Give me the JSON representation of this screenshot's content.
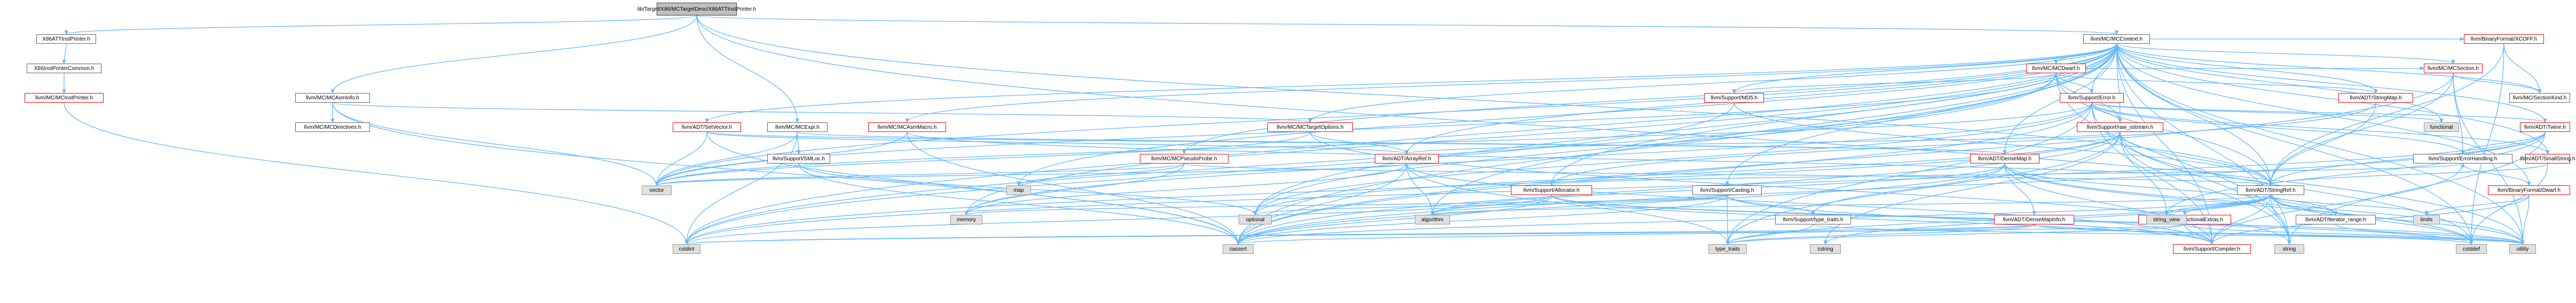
{
  "legend": {
    "red": "#ff0000",
    "gray": "#999999",
    "normal": "#666666",
    "root": "#3f3f3f",
    "edge": "#63b8ff"
  },
  "nodes": [
    {
      "id": "root",
      "label": "lib/Target/X86/MCTargetDesc/X86ATTInstPrinter.h",
      "style": "root"
    },
    {
      "id": "x86instprinter",
      "label": "X86ATTInstPrinter.h",
      "style": "normal"
    },
    {
      "id": "x86instprintercommon",
      "label": "X86InstPrinterCommon.h",
      "style": "normal"
    },
    {
      "id": "mcinstprinter",
      "label": "llvm/MC/MCInstPrinter.h",
      "style": "red"
    },
    {
      "id": "mcasminfo",
      "label": "llvm/MC/MCAsmInfo.h",
      "style": "normal"
    },
    {
      "id": "mcdirectives",
      "label": "llvm/MC/MCDirectives.h",
      "style": "normal"
    },
    {
      "id": "mcexpr",
      "label": "llvm/MC/MCExpr.h",
      "style": "normal"
    },
    {
      "id": "smloc",
      "label": "llvm/Support/SMLoc.h",
      "style": "normal"
    },
    {
      "id": "setvector",
      "label": "llvm/ADT/SetVector.h",
      "style": "red"
    },
    {
      "id": "mcasmmacro",
      "label": "llvm/MC/MCAsmMacro.h",
      "style": "red"
    },
    {
      "id": "mccontext",
      "label": "llvm/MC/MCContext.h",
      "style": "normal"
    },
    {
      "id": "mcpseudoprobe",
      "label": "llvm/MC/MCPseudoProbe.h",
      "style": "red"
    },
    {
      "id": "mctargetoptions",
      "label": "llvm/MC/MCTargetOptions.h",
      "style": "red"
    },
    {
      "id": "mcdwarf",
      "label": "llvm/MC/MCDwarf.h",
      "style": "red"
    },
    {
      "id": "md5",
      "label": "llvm/Support/MD5.h",
      "style": "red"
    },
    {
      "id": "supporterror",
      "label": "llvm/Support/Error.h",
      "style": "red"
    },
    {
      "id": "stringmap",
      "label": "llvm/ADT/StringMap.h",
      "style": "red"
    },
    {
      "id": "rawostream",
      "label": "llvm/Support/raw_ostream.h",
      "style": "red"
    },
    {
      "id": "arrayref",
      "label": "llvm/ADT/ArrayRef.h",
      "style": "red"
    },
    {
      "id": "allocator",
      "label": "llvm/Support/Allocator.h",
      "style": "red"
    },
    {
      "id": "casting",
      "label": "llvm/Support/Casting.h",
      "style": "normal"
    },
    {
      "id": "densemap",
      "label": "llvm/ADT/DenseMap.h",
      "style": "red"
    },
    {
      "id": "stringref",
      "label": "llvm/ADT/StringRef.h",
      "style": "normal"
    },
    {
      "id": "twine",
      "label": "llvm/ADT/Twine.h",
      "style": "red"
    },
    {
      "id": "smallstring",
      "label": "llvm/ADT/SmallString.h",
      "style": "red"
    },
    {
      "id": "mcsection",
      "label": "llvm/MC/MCSection.h",
      "style": "red"
    },
    {
      "id": "mcsectionkind",
      "label": "llvm/MC/SectionKind.h",
      "style": "normal"
    },
    {
      "id": "xcoff",
      "label": "llvm/BinaryFormat/XCOFF.h",
      "style": "red"
    },
    {
      "id": "bfdwarf",
      "label": "llvm/BinaryFormat/Dwarf.h",
      "style": "red"
    },
    {
      "id": "densemapinfo",
      "label": "llvm/ADT/DenseMapInfo.h",
      "style": "red"
    },
    {
      "id": "stlfunctional",
      "label": "llvm/ADT/STLFunctionalExtras.h",
      "style": "red"
    },
    {
      "id": "typetraitsh",
      "label": "llvm/Support/type_traits.h",
      "style": "normal"
    },
    {
      "id": "iteratorrange",
      "label": "llvm/ADT/iterator_range.h",
      "style": "normal"
    },
    {
      "id": "compiler",
      "label": "llvm/Support/Compiler.h",
      "style": "red"
    },
    {
      "id": "errorhandling",
      "label": "llvm/Support/ErrorHandling.h",
      "style": "normal"
    },
    {
      "id": "functional",
      "label": "functional",
      "style": "gray"
    },
    {
      "id": "map",
      "label": "map",
      "style": "gray"
    },
    {
      "id": "vector",
      "label": "vector",
      "style": "gray"
    },
    {
      "id": "memory",
      "label": "memory",
      "style": "gray"
    },
    {
      "id": "optional",
      "label": "optional",
      "style": "gray"
    },
    {
      "id": "algorithm",
      "label": "algorithm",
      "style": "gray"
    },
    {
      "id": "cstdint",
      "label": "cstdint",
      "style": "gray"
    },
    {
      "id": "cassert",
      "label": "cassert",
      "style": "gray"
    },
    {
      "id": "typetraits",
      "label": "type_traits",
      "style": "gray"
    },
    {
      "id": "cstring",
      "label": "cstring",
      "style": "gray"
    },
    {
      "id": "stringview",
      "label": "string_view",
      "style": "gray"
    },
    {
      "id": "string",
      "label": "string",
      "style": "gray"
    },
    {
      "id": "limits",
      "label": "limits",
      "style": "gray"
    },
    {
      "id": "cstddef",
      "label": "cstddef",
      "style": "gray"
    },
    {
      "id": "utility",
      "label": "utility",
      "style": "gray"
    }
  ],
  "edges": [
    [
      "root",
      "x86instprinter"
    ],
    [
      "root",
      "mcasminfo"
    ],
    [
      "root",
      "mcexpr"
    ],
    [
      "root",
      "mccontext"
    ],
    [
      "root",
      "stringref"
    ],
    [
      "root",
      "utility"
    ],
    [
      "x86instprinter",
      "x86instprintercommon"
    ],
    [
      "x86instprintercommon",
      "mcinstprinter"
    ],
    [
      "mcinstprinter",
      "cstdint"
    ],
    [
      "mcasminfo",
      "mcdirectives"
    ],
    [
      "mcasminfo",
      "mctargetoptions"
    ],
    [
      "mcasminfo",
      "vector"
    ],
    [
      "mcasminfo",
      "cassert"
    ],
    [
      "mcexpr",
      "smloc"
    ],
    [
      "mcexpr",
      "vector"
    ],
    [
      "mcexpr",
      "cstdint"
    ],
    [
      "mcexpr",
      "densemap"
    ],
    [
      "smloc",
      "cassert"
    ],
    [
      "smloc",
      "optional"
    ],
    [
      "setvector",
      "arrayref"
    ],
    [
      "setvector",
      "densemap"
    ],
    [
      "setvector",
      "vector"
    ],
    [
      "setvector",
      "cassert"
    ],
    [
      "mcasmmacro",
      "stringref"
    ],
    [
      "mcasmmacro",
      "vector"
    ],
    [
      "mcasmmacro",
      "cassert"
    ],
    [
      "mcpseudoprobe",
      "stringref"
    ],
    [
      "mcpseudoprobe",
      "vector"
    ],
    [
      "mcpseudoprobe",
      "map"
    ],
    [
      "mcpseudoprobe",
      "memory"
    ],
    [
      "mctargetoptions",
      "arrayref"
    ],
    [
      "mctargetoptions",
      "string"
    ],
    [
      "mctargetoptions",
      "vector"
    ],
    [
      "mcdwarf",
      "md5"
    ],
    [
      "mcdwarf",
      "supporterror"
    ],
    [
      "mcdwarf",
      "stringmap"
    ],
    [
      "mcdwarf",
      "rawostream"
    ],
    [
      "mcdwarf",
      "stringref"
    ],
    [
      "mcdwarf",
      "vector"
    ],
    [
      "mcdwarf",
      "string"
    ],
    [
      "mcdwarf",
      "cstdint"
    ],
    [
      "mcdwarf",
      "optional"
    ],
    [
      "mcdwarf",
      "mcsection"
    ],
    [
      "md5",
      "stringref"
    ],
    [
      "md5",
      "cstdint"
    ],
    [
      "supporterror",
      "rawostream"
    ],
    [
      "supporterror",
      "twine"
    ],
    [
      "supporterror",
      "errorhandling"
    ],
    [
      "supporterror",
      "functional"
    ],
    [
      "supporterror",
      "memory"
    ],
    [
      "supporterror",
      "string"
    ],
    [
      "supporterror",
      "vector"
    ],
    [
      "supporterror",
      "cassert"
    ],
    [
      "supporterror",
      "optional"
    ],
    [
      "supporterror",
      "compiler"
    ],
    [
      "supporterror",
      "typetraits"
    ],
    [
      "supporterror",
      "smallstring"
    ],
    [
      "stringmap",
      "stringref"
    ],
    [
      "stringmap",
      "allocator"
    ],
    [
      "rawostream",
      "arrayref"
    ],
    [
      "rawostream",
      "stringref"
    ],
    [
      "rawostream",
      "cassert"
    ],
    [
      "rawostream",
      "cstddef"
    ],
    [
      "rawostream",
      "cstdint"
    ],
    [
      "rawostream",
      "cstring"
    ],
    [
      "rawostream",
      "optional"
    ],
    [
      "rawostream",
      "string"
    ],
    [
      "rawostream",
      "stringview"
    ],
    [
      "rawostream",
      "typetraits"
    ],
    [
      "arrayref",
      "algorithm"
    ],
    [
      "arrayref",
      "cassert"
    ],
    [
      "arrayref",
      "vector"
    ],
    [
      "arrayref",
      "memory"
    ],
    [
      "arrayref",
      "typetraits"
    ],
    [
      "arrayref",
      "compiler"
    ],
    [
      "allocator",
      "algorithm"
    ],
    [
      "allocator",
      "cassert"
    ],
    [
      "allocator",
      "cstddef"
    ],
    [
      "allocator",
      "cstdint"
    ],
    [
      "allocator",
      "compiler"
    ],
    [
      "allocator",
      "errorhandling"
    ],
    [
      "allocator",
      "utility"
    ],
    [
      "casting",
      "cassert"
    ],
    [
      "casting",
      "memory"
    ],
    [
      "casting",
      "optional"
    ],
    [
      "casting",
      "typetraits"
    ],
    [
      "casting",
      "typetraitsh"
    ],
    [
      "casting",
      "compiler"
    ],
    [
      "densemap",
      "densemapinfo"
    ],
    [
      "densemap",
      "algorithm"
    ],
    [
      "densemap",
      "cassert"
    ],
    [
      "densemap",
      "cstddef"
    ],
    [
      "densemap",
      "iteratorrange"
    ],
    [
      "densemap",
      "utility"
    ],
    [
      "densemap",
      "typetraitsh"
    ],
    [
      "densemap",
      "compiler"
    ],
    [
      "stringref",
      "stlfunctional"
    ],
    [
      "stringref",
      "iteratorrange"
    ],
    [
      "stringref",
      "compiler"
    ],
    [
      "stringref",
      "algorithm"
    ],
    [
      "stringref",
      "cassert"
    ],
    [
      "stringref",
      "cstddef"
    ],
    [
      "stringref",
      "cstring"
    ],
    [
      "stringref",
      "limits"
    ],
    [
      "stringref",
      "string"
    ],
    [
      "stringref",
      "stringview"
    ],
    [
      "stringref",
      "typetraits"
    ],
    [
      "stringref",
      "utility"
    ],
    [
      "twine",
      "stringref"
    ],
    [
      "twine",
      "errorhandling"
    ],
    [
      "twine",
      "cassert"
    ],
    [
      "twine",
      "cstdint"
    ],
    [
      "twine",
      "string"
    ],
    [
      "twine",
      "stringview"
    ],
    [
      "smallstring",
      "stringref"
    ],
    [
      "smallstring",
      "cstddef"
    ],
    [
      "mcsection",
      "mcsectionkind"
    ],
    [
      "mcsection",
      "stringref"
    ],
    [
      "mcsection",
      "cassert"
    ],
    [
      "mcsection",
      "utility"
    ],
    [
      "mcsection",
      "errorhandling"
    ],
    [
      "xcoff",
      "stringref"
    ],
    [
      "xcoff",
      "cstddef"
    ],
    [
      "xcoff",
      "mcsectionkind"
    ],
    [
      "bfdwarf",
      "errorhandling"
    ],
    [
      "bfdwarf",
      "compiler"
    ],
    [
      "bfdwarf",
      "limits"
    ],
    [
      "bfdwarf",
      "utility"
    ],
    [
      "densemapinfo",
      "cassert"
    ],
    [
      "densemapinfo",
      "cstddef"
    ],
    [
      "densemapinfo",
      "cstdint"
    ],
    [
      "densemapinfo",
      "typetraits"
    ],
    [
      "densemapinfo",
      "utility"
    ],
    [
      "stlfunctional",
      "cstdint"
    ],
    [
      "stlfunctional",
      "typetraits"
    ],
    [
      "stlfunctional",
      "utility"
    ],
    [
      "stlfunctional",
      "compiler"
    ],
    [
      "typetraitsh",
      "typetraits"
    ],
    [
      "typetraitsh",
      "utility"
    ],
    [
      "iteratorrange",
      "utility"
    ],
    [
      "errorhandling",
      "compiler"
    ],
    [
      "mccontext",
      "setvector"
    ],
    [
      "mccontext",
      "mcasmmacro"
    ],
    [
      "mccontext",
      "mcpseudoprobe"
    ],
    [
      "mccontext",
      "mctargetoptions"
    ],
    [
      "mccontext",
      "mcdwarf"
    ],
    [
      "mccontext",
      "md5"
    ],
    [
      "mccontext",
      "supporterror"
    ],
    [
      "mccontext",
      "stringmap"
    ],
    [
      "mccontext",
      "rawostream"
    ],
    [
      "mccontext",
      "arrayref"
    ],
    [
      "mccontext",
      "allocator"
    ],
    [
      "mccontext",
      "casting"
    ],
    [
      "mccontext",
      "densemap"
    ],
    [
      "mccontext",
      "stringref"
    ],
    [
      "mccontext",
      "twine"
    ],
    [
      "mccontext",
      "smallstring"
    ],
    [
      "mccontext",
      "mcsection"
    ],
    [
      "mccontext",
      "mcsectionkind"
    ],
    [
      "mccontext",
      "xcoff"
    ],
    [
      "mccontext",
      "bfdwarf"
    ],
    [
      "mccontext",
      "compiler"
    ],
    [
      "mccontext",
      "algorithm"
    ],
    [
      "mccontext",
      "cassert"
    ],
    [
      "mccontext",
      "cstddef"
    ],
    [
      "mccontext",
      "cstdint"
    ],
    [
      "mccontext",
      "functional"
    ],
    [
      "mccontext",
      "map"
    ],
    [
      "mccontext",
      "memory"
    ],
    [
      "mccontext",
      "optional"
    ],
    [
      "mccontext",
      "string"
    ],
    [
      "mccontext",
      "utility"
    ],
    [
      "mccontext",
      "vector"
    ]
  ]
}
